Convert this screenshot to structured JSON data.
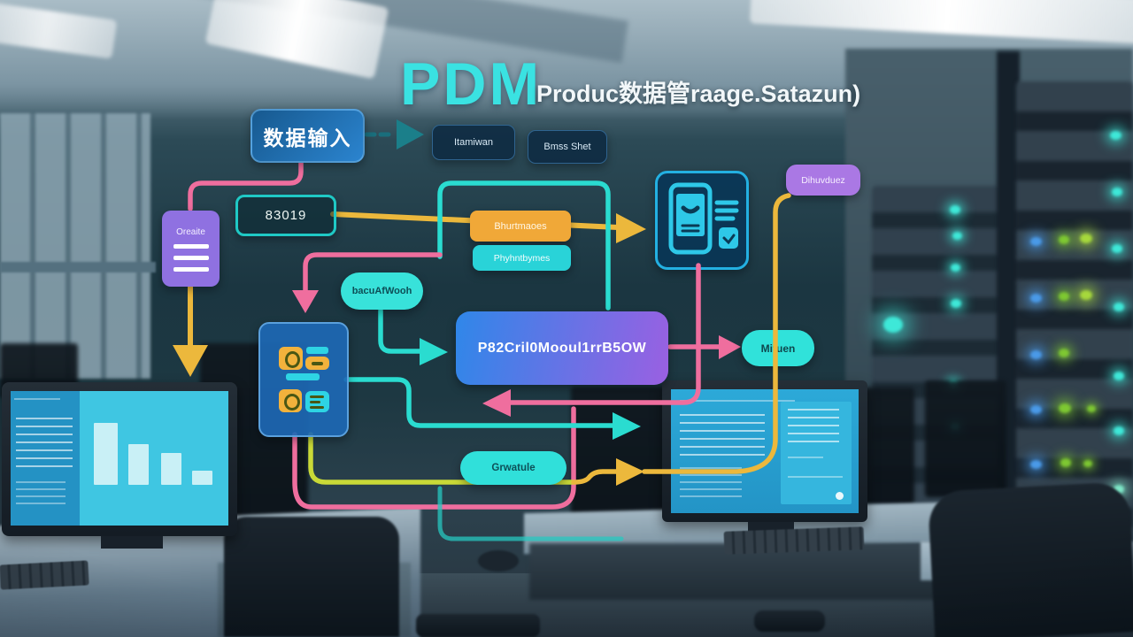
{
  "title": {
    "main": "PDM",
    "subtitle": "Produc数据管raage.Satazun)"
  },
  "flow": {
    "data_input": "数据输入",
    "node_itamiwan": "Itamiwan",
    "node_bmss_shet": "Bmss Shet",
    "node_83019": "83019",
    "node_create": "Oreaite",
    "node_orange": "Bhurtmaoes",
    "node_cyan_small": "Phyhntbymes",
    "node_teal_pill": "bacuAfWooh",
    "node_gradient": "P82Cril0Mooul1rrB5OW",
    "node_mituen": "Mituen",
    "node_dihuvduez": "Dihuvduez",
    "node_grwatule": "Grwatule"
  },
  "monitor_chart": {
    "type": "bar",
    "values": [
      70,
      46,
      36,
      16
    ]
  },
  "colors": {
    "accent_cyan": "#3ae2e2",
    "line_pink": "#ef6e9e",
    "line_yellow": "#ecb83c",
    "line_chartreuse": "#c9d937",
    "line_teal": "#2adcd0",
    "node_orange": "#f0a838",
    "node_purple": "#8f71e1",
    "node_blue": "#2b84cf"
  }
}
